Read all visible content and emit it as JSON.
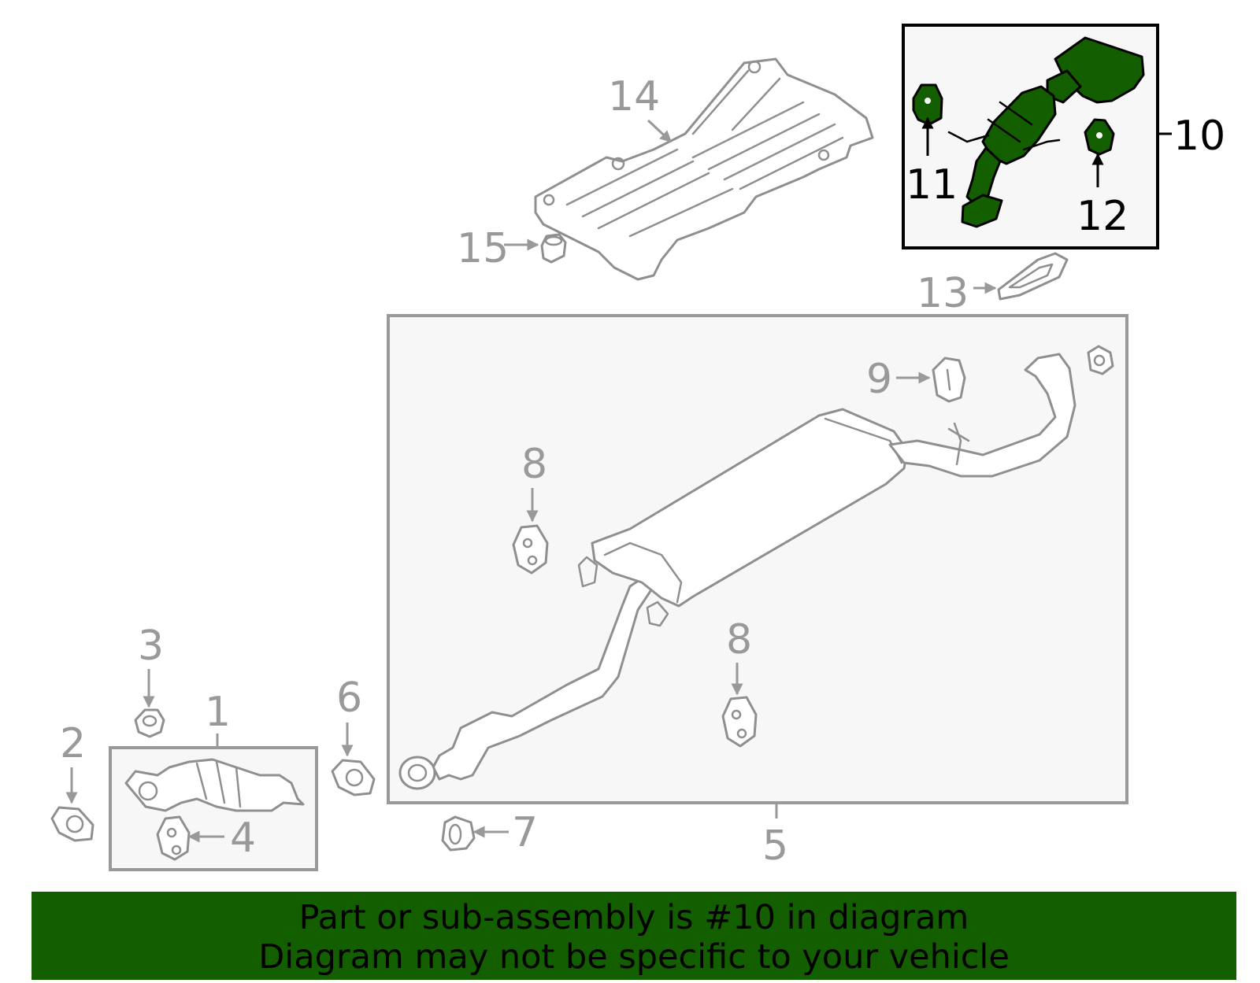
{
  "diagram": {
    "highlight_color": "#135f00",
    "callouts": {
      "c1": "1",
      "c2": "2",
      "c3": "3",
      "c4": "4",
      "c5": "5",
      "c6": "6",
      "c7": "7",
      "c8a": "8",
      "c8b": "8",
      "c9": "9",
      "c10": "10",
      "c11": "11",
      "c12": "12",
      "c13": "13",
      "c14": "14",
      "c15": "15"
    },
    "highlighted_part": "10"
  },
  "banner": {
    "line1": "Part or sub-assembly is #10 in diagram",
    "line2": "Diagram may not be specific to your vehicle",
    "background": "#135f00"
  }
}
